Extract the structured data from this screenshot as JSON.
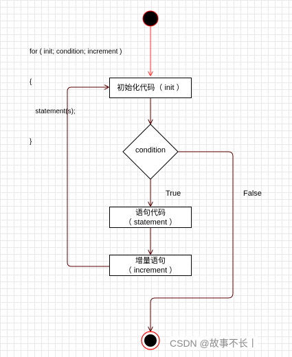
{
  "code": {
    "line1": "for ( init; condition; increment )",
    "line2": "{",
    "line3": "   statement(s);",
    "line4": "}"
  },
  "nodes": {
    "init": "初始化代码（ init ）",
    "condition": "condition",
    "statement_line1": "语句代码",
    "statement_line2": "（ statement ）",
    "increment_line1": "增量语句",
    "increment_line2": "（ increment ）"
  },
  "edges": {
    "true_label": "True",
    "false_label": "False"
  },
  "watermark": "CSDN @故事不长丨",
  "colors": {
    "start_fill": "#000000",
    "start_stroke": "#ff0000",
    "edge": "#8b0000",
    "start_arrow": "#ff3333"
  }
}
